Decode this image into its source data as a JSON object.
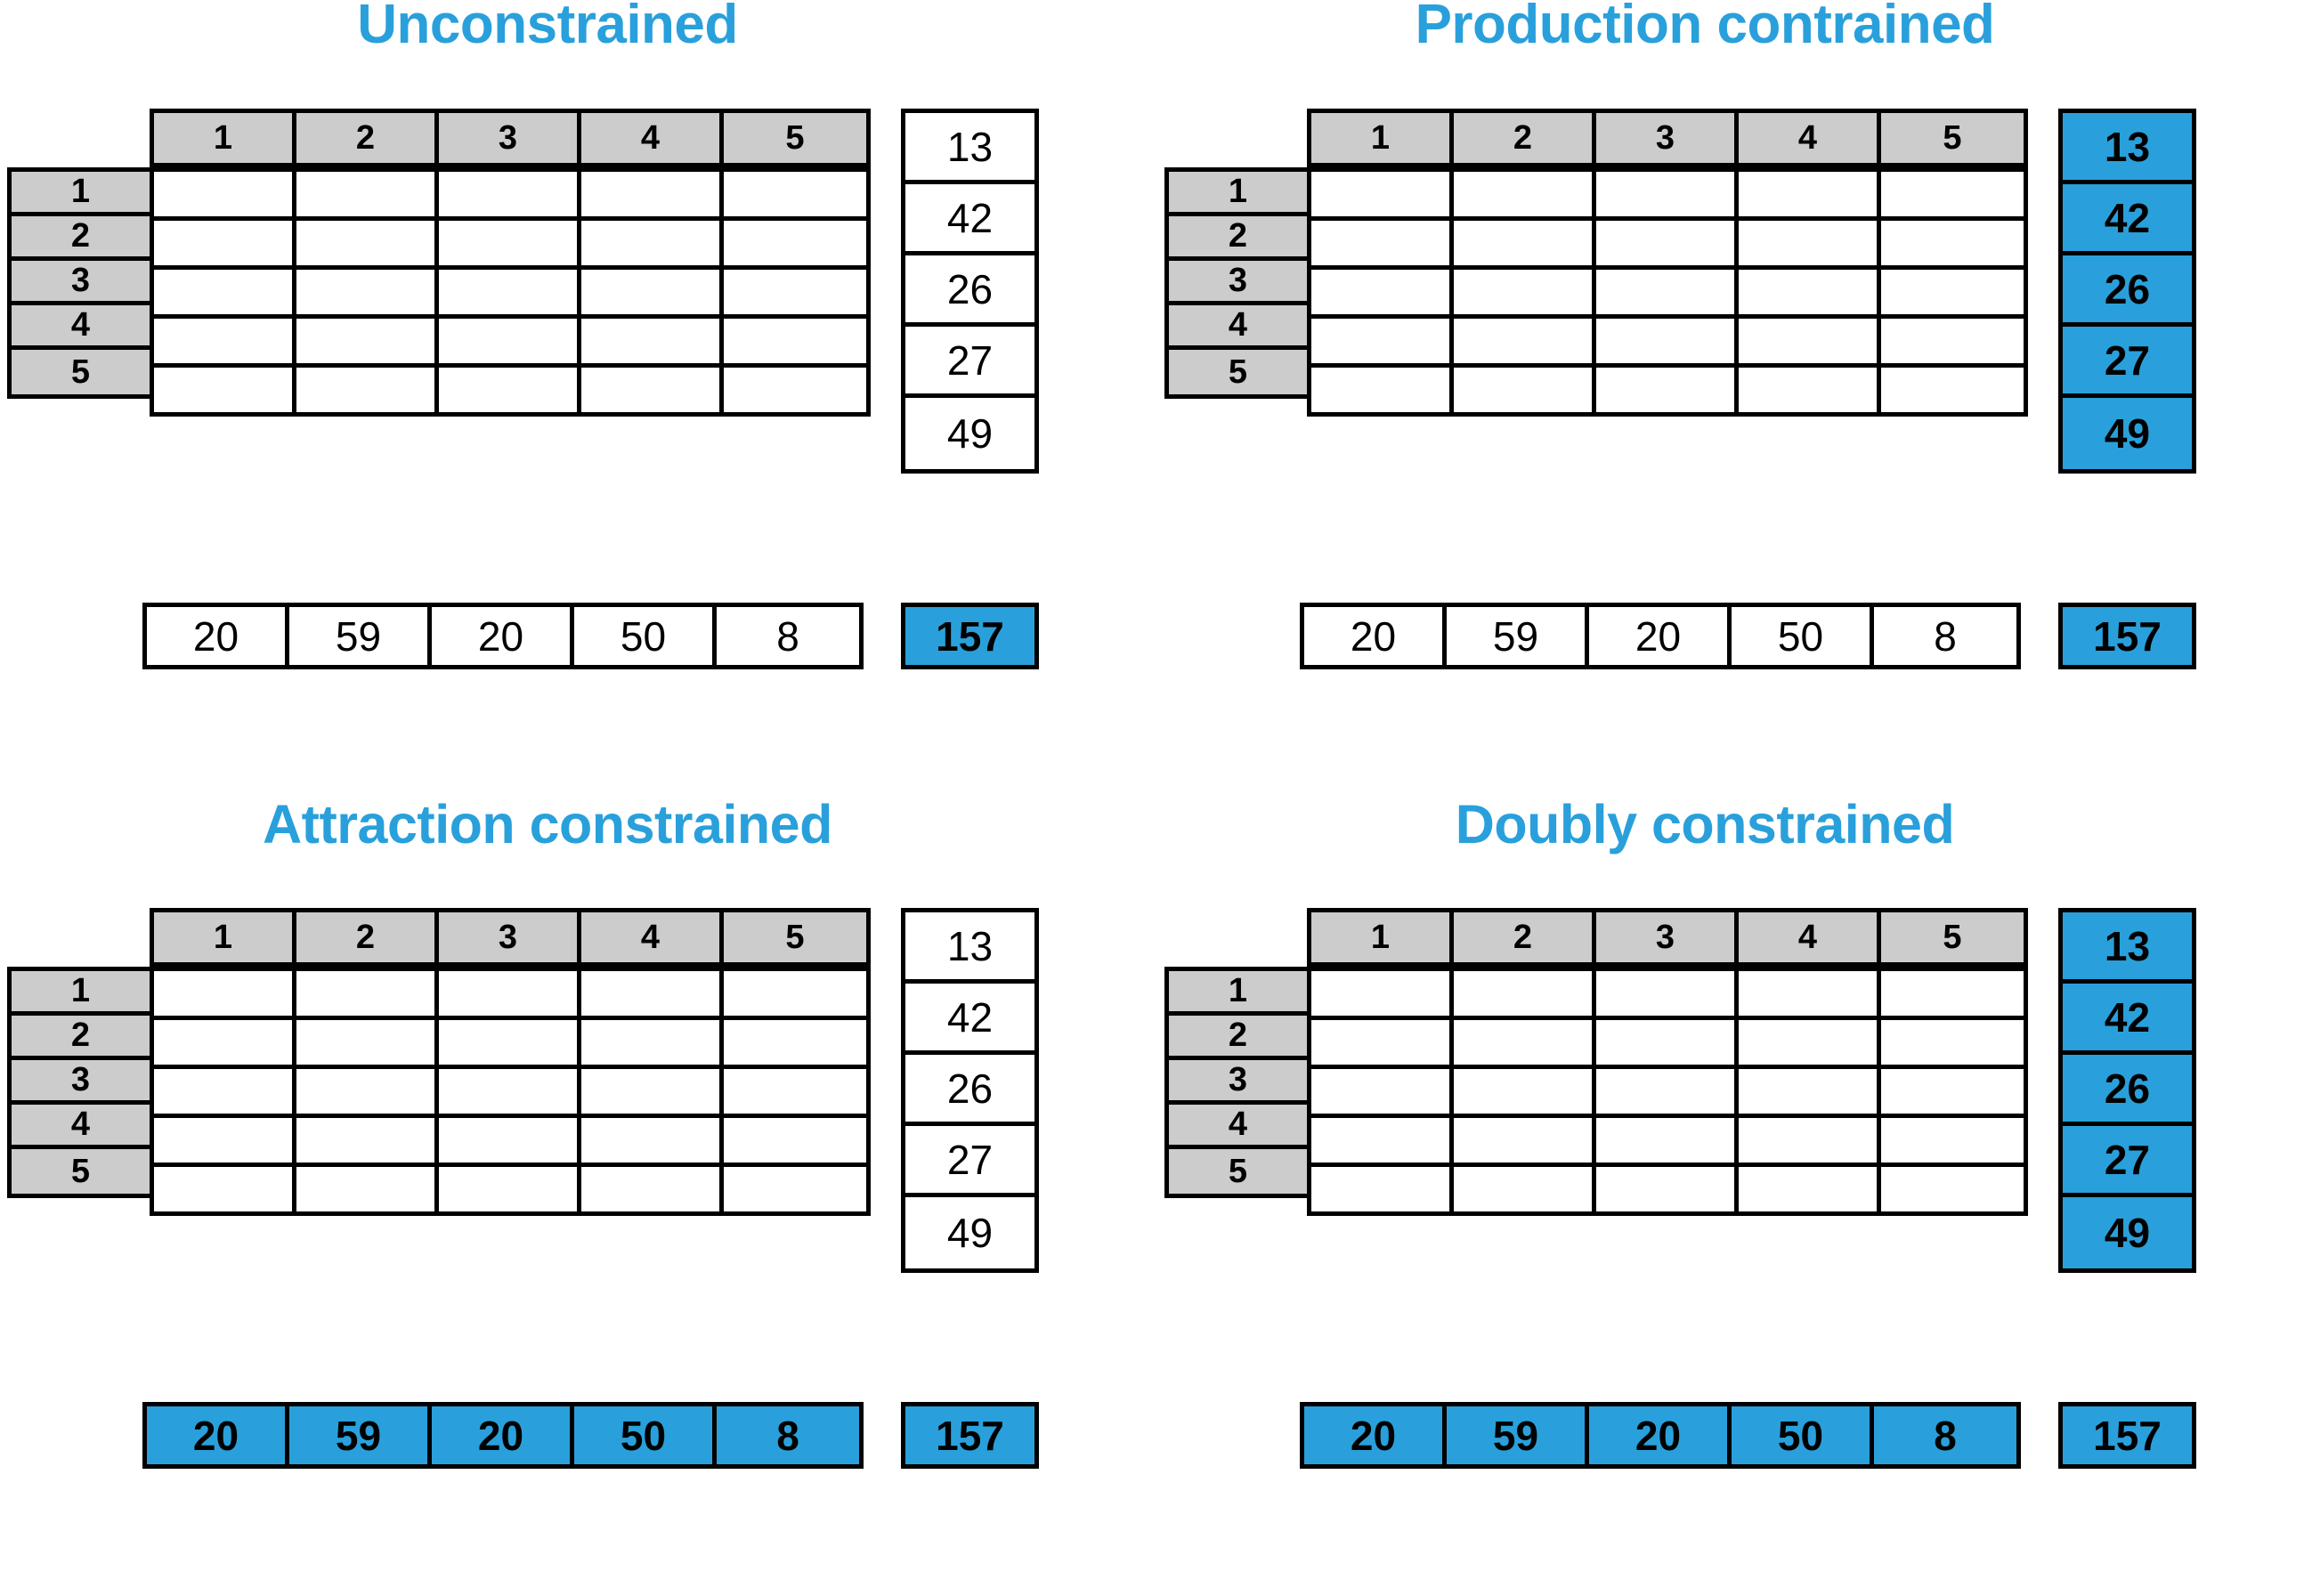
{
  "colors": {
    "accent_blue": "#29A0DB",
    "header_gray": "#CCCCCC",
    "border_black": "#000000",
    "cell_white": "#FFFFFF"
  },
  "panels": [
    {
      "title": "Unconstrained",
      "col_headers": [
        "1",
        "2",
        "3",
        "4",
        "5"
      ],
      "row_headers": [
        "1",
        "2",
        "3",
        "4",
        "5"
      ],
      "matrix_cells": [
        [
          "",
          "",
          "",
          "",
          ""
        ],
        [
          "",
          "",
          "",
          "",
          ""
        ],
        [
          "",
          "",
          "",
          "",
          ""
        ],
        [
          "",
          "",
          "",
          "",
          ""
        ],
        [
          "",
          "",
          "",
          "",
          ""
        ]
      ],
      "row_totals": [
        "13",
        "42",
        "26",
        "27",
        "49"
      ],
      "col_totals": [
        "20",
        "59",
        "20",
        "50",
        "8"
      ],
      "grand_total": "157",
      "row_totals_highlighted": false,
      "col_totals_highlighted": false,
      "grand_total_highlighted": true
    },
    {
      "title": "Production contrained",
      "col_headers": [
        "1",
        "2",
        "3",
        "4",
        "5"
      ],
      "row_headers": [
        "1",
        "2",
        "3",
        "4",
        "5"
      ],
      "matrix_cells": [
        [
          "",
          "",
          "",
          "",
          ""
        ],
        [
          "",
          "",
          "",
          "",
          ""
        ],
        [
          "",
          "",
          "",
          "",
          ""
        ],
        [
          "",
          "",
          "",
          "",
          ""
        ],
        [
          "",
          "",
          "",
          "",
          ""
        ]
      ],
      "row_totals": [
        "13",
        "42",
        "26",
        "27",
        "49"
      ],
      "col_totals": [
        "20",
        "59",
        "20",
        "50",
        "8"
      ],
      "grand_total": "157",
      "row_totals_highlighted": true,
      "col_totals_highlighted": false,
      "grand_total_highlighted": true
    },
    {
      "title": "Attraction constrained",
      "col_headers": [
        "1",
        "2",
        "3",
        "4",
        "5"
      ],
      "row_headers": [
        "1",
        "2",
        "3",
        "4",
        "5"
      ],
      "matrix_cells": [
        [
          "",
          "",
          "",
          "",
          ""
        ],
        [
          "",
          "",
          "",
          "",
          ""
        ],
        [
          "",
          "",
          "",
          "",
          ""
        ],
        [
          "",
          "",
          "",
          "",
          ""
        ],
        [
          "",
          "",
          "",
          "",
          ""
        ]
      ],
      "row_totals": [
        "13",
        "42",
        "26",
        "27",
        "49"
      ],
      "col_totals": [
        "20",
        "59",
        "20",
        "50",
        "8"
      ],
      "grand_total": "157",
      "row_totals_highlighted": false,
      "col_totals_highlighted": true,
      "grand_total_highlighted": true
    },
    {
      "title": "Doubly constrained",
      "col_headers": [
        "1",
        "2",
        "3",
        "4",
        "5"
      ],
      "row_headers": [
        "1",
        "2",
        "3",
        "4",
        "5"
      ],
      "matrix_cells": [
        [
          "",
          "",
          "",
          "",
          ""
        ],
        [
          "",
          "",
          "",
          "",
          ""
        ],
        [
          "",
          "",
          "",
          "",
          ""
        ],
        [
          "",
          "",
          "",
          "",
          ""
        ],
        [
          "",
          "",
          "",
          "",
          ""
        ]
      ],
      "row_totals": [
        "13",
        "42",
        "26",
        "27",
        "49"
      ],
      "col_totals": [
        "20",
        "59",
        "20",
        "50",
        "8"
      ],
      "grand_total": "157",
      "row_totals_highlighted": true,
      "col_totals_highlighted": true,
      "grand_total_highlighted": true
    }
  ]
}
